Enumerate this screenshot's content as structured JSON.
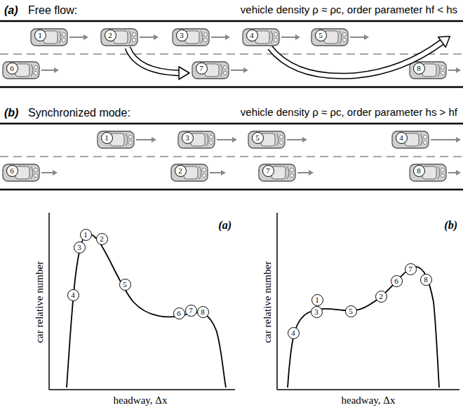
{
  "diagram": {
    "nodes": [
      {
        "text": [
          "1"
        ]
      },
      {
        "text": [
          "2"
        ]
      },
      {
        "text": [
          "3"
        ]
      },
      {
        "text": [
          "4"
        ]
      },
      {
        "text": [
          "5"
        ]
      },
      {
        "text": [
          "6"
        ]
      },
      {
        "text": [
          "7"
        ]
      },
      {
        "text": [
          "8"
        ]
      },
      {
        "text": [
          "1"
        ]
      },
      {
        "text": [
          "3"
        ]
      },
      {
        "text": [
          "5"
        ]
      },
      {
        "text": [
          "4"
        ]
      },
      {
        "text": [
          "6"
        ]
      },
      {
        "text": [
          "2"
        ]
      },
      {
        "text": [
          "7"
        ]
      },
      {
        "text": [
          "8"
        ]
      },
      {
        "text": [
          "4"
        ]
      },
      {
        "text": [
          "3"
        ]
      },
      {
        "text": [
          "1"
        ]
      },
      {
        "text": [
          "2"
        ]
      },
      {
        "text": [
          "5"
        ]
      },
      {
        "text": [
          "6"
        ]
      },
      {
        "text": [
          "7"
        ]
      },
      {
        "text": [
          "8"
        ]
      },
      {
        "text": [
          "4"
        ]
      },
      {
        "text": [
          "1"
        ]
      },
      {
        "text": [
          "3"
        ]
      },
      {
        "text": [
          "5"
        ]
      },
      {
        "text": [
          "2"
        ]
      },
      {
        "text": [
          "6"
        ]
      },
      {
        "text": [
          "7"
        ]
      },
      {
        "text": [
          "8"
        ]
      }
    ],
    "labels": [
      "(a)",
      "Free flow:",
      "vehicle density ρ ≈ ρc, order parameter hf < hs",
      "(b)",
      "Synchronized mode:",
      "vehicle density ρ ≈ ρc, order parameter hs > hf",
      "car relative number",
      "(a)",
      "headway, Δx",
      "car relative number",
      "(b)",
      "headway, Δx"
    ]
  }
}
